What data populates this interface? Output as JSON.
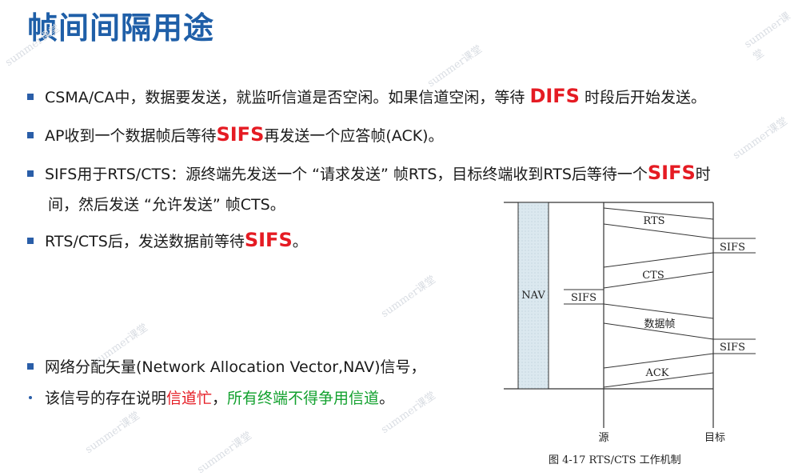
{
  "title": "帧间间隔用途",
  "bullets": [
    {
      "pre": "CSMA/CA中，数据要发送，就监听信道是否空闲。如果信道空闲，等待 ",
      "hl": "DIFS",
      "post": " 时段后开始发送。"
    },
    {
      "pre": "AP收到一个数据帧后等待",
      "hl": "SIFS",
      "post": "再发送一个应答帧(ACK)。"
    },
    {
      "pre": "SIFS用于RTS/CTS：源终端先发送一个 “请求发送” 帧RTS，目标终端收到RTS后等待一个",
      "hl": "SIFS",
      "post": "时",
      "cont": "间，然后发送 “允许发送” 帧CTS。"
    },
    {
      "pre": "RTS/CTS后，发送数据前等待",
      "hl": "SIFS",
      "post": "。"
    },
    {
      "text": "网络分配矢量(Network Allocation Vector,NAV)信号，"
    },
    {
      "pre": "该信号的存在说明",
      "red": "信道忙",
      "sep": "，",
      "green": "所有终端不得争用信道",
      "post": "。"
    }
  ],
  "diagram": {
    "nav": "NAV",
    "rts": "RTS",
    "cts": "CTS",
    "data": "数据帧",
    "ack": "ACK",
    "sifs": "SIFS",
    "src": "源",
    "dst": "目标",
    "caption": "图 4-17   RTS/CTS 工作机制"
  },
  "watermark": "summer课堂"
}
